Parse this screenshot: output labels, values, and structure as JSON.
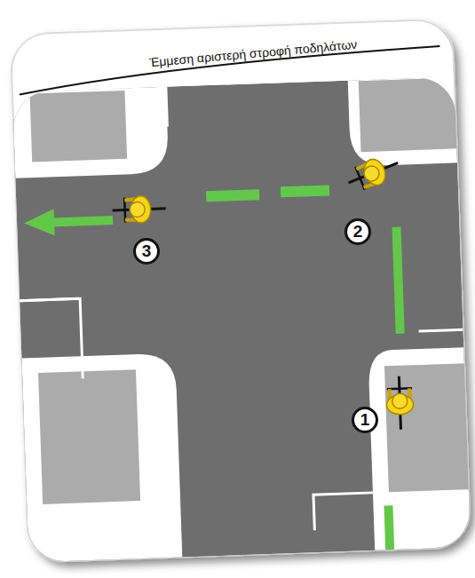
{
  "diagram": {
    "title": "Έμμεση αριστερή στροφή ποδηλάτων",
    "labels": [
      "1",
      "2",
      "3"
    ]
  }
}
